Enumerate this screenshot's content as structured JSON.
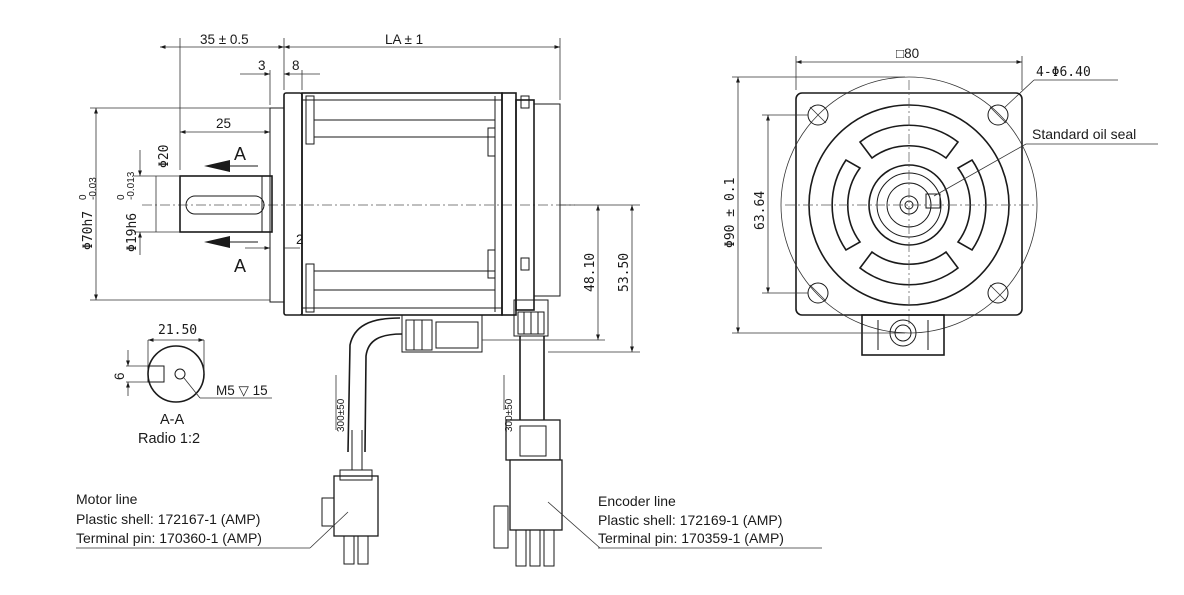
{
  "dimensions": {
    "flange_offset": "35 ± 0.5",
    "body_length": "LA ± 1",
    "dim_3": "3",
    "dim_8": "8",
    "shaft_length": "25",
    "dim_2": "2",
    "key_dia": "Φ20",
    "pilot_dia": "Φ70h7",
    "pilot_tol_upper": "0",
    "pilot_tol_lower": "-0.03",
    "shaft_dia": "Φ19h6",
    "shaft_tol_upper": "0",
    "shaft_tol_lower": "-0.013",
    "center_height_1": "48.10",
    "center_height_2": "53.50",
    "square_size": "□80",
    "hole_spec": "4-Φ6.40",
    "bolt_circle": "Φ90 ± 0.1",
    "hole_spacing": "63.64",
    "section_width": "21.50",
    "section_key": "6",
    "thread_spec": "M5 ▽ 15",
    "cable_len_motor": "300±50",
    "cable_len_encoder": "300±50"
  },
  "section": {
    "marker": "A",
    "title": "A-A",
    "ratio": "Radio 1:2"
  },
  "labels": {
    "oil_seal": "Standard oil seal",
    "motor_line": "Motor line",
    "motor_shell": "Plastic shell: 172167-1 (AMP)",
    "motor_pin": "Terminal pin: 170360-1 (AMP)",
    "encoder_line": "Encoder line",
    "encoder_shell": "Plastic shell: 172169-1 (AMP)",
    "encoder_pin": "Terminal pin: 170359-1 (AMP)"
  }
}
